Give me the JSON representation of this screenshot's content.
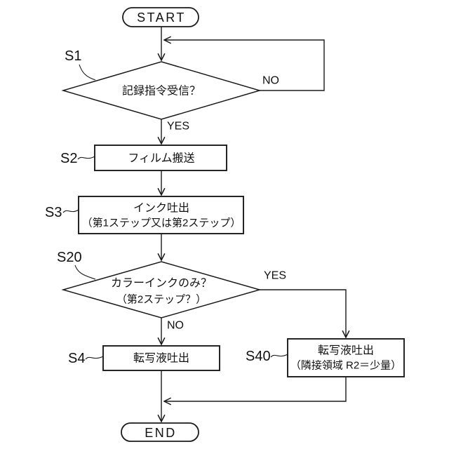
{
  "flowchart": {
    "background": "#ffffff",
    "line_color": "#1a1a1a",
    "terminals": {
      "start": "START",
      "end": "END"
    },
    "steps": {
      "s1": {
        "id": "S1",
        "text": "記録指令受信？"
      },
      "s2": {
        "id": "S2",
        "text": "フィルム搬送"
      },
      "s3": {
        "id": "S3",
        "line1": "インク吐出",
        "line2": "（第1ステップ又は第2ステップ）"
      },
      "s20": {
        "id": "S20",
        "line1": "カラーインクのみ？",
        "line2": "（第2ステップ？）"
      },
      "s4": {
        "id": "S4",
        "text": "転写液吐出"
      },
      "s40": {
        "id": "S40",
        "line1": "転写液吐出",
        "line2": "（隣接領域 R2＝少量）"
      }
    },
    "branches": {
      "s1_yes": "YES",
      "s1_no": "NO",
      "s20_yes": "YES",
      "s20_no": "NO"
    }
  }
}
